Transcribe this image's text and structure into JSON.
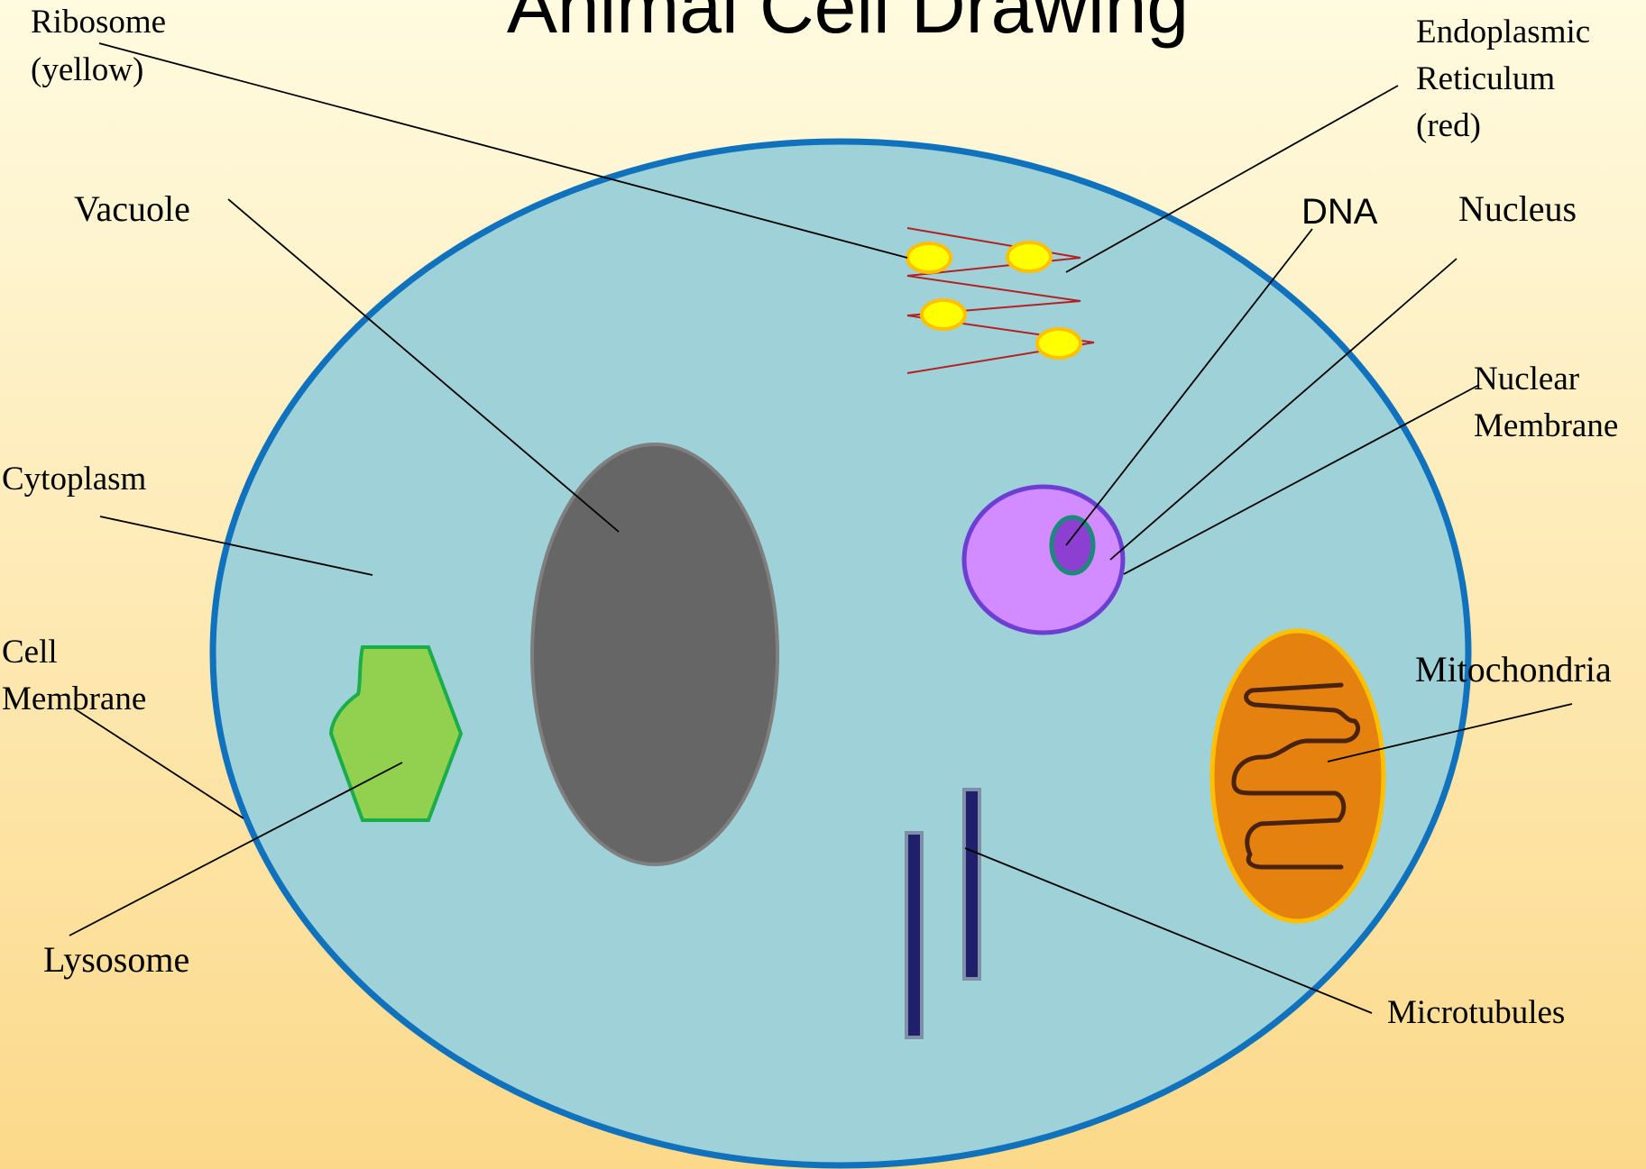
{
  "slide": {
    "title": "Animal Cell Drawing"
  },
  "labels": {
    "ribosome": {
      "line1": "Ribosome",
      "line2": "(yellow)"
    },
    "endoplasmic_reticulum": {
      "line1": "Endoplasmic",
      "line2": "Reticulum",
      "line3": "(red)"
    },
    "vacuole": "Vacuole",
    "dna": "DNA",
    "nucleus": "Nucleus",
    "nuclear_membrane": {
      "line1": "Nuclear",
      "line2": "Membrane"
    },
    "cytoplasm": "Cytoplasm",
    "cell_membrane": {
      "line1": "Cell",
      "line2": "Membrane"
    },
    "mitochondria": "Mitochondria",
    "lysosome": "Lysosome",
    "microtubules": "Microtubules"
  },
  "colors": {
    "background_top": "#fffbe0",
    "background_bottom": "#fcd98a",
    "cytoplasm_fill": "#9fd1d8",
    "cell_membrane_stroke": "#1071bd",
    "vacuole_fill": "#666666",
    "vacuole_stroke": "#7f7f7f",
    "nucleus_fill": "#d38cff",
    "nuclear_membrane_stroke": "#6a3fd1",
    "dna_fill": "#8c3fd1",
    "dna_stroke": "#1a8a7a",
    "er_stroke": "#b22222",
    "ribosome_fill": "#ffff00",
    "ribosome_stroke": "#ffc000",
    "lysosome_fill": "#92d050",
    "lysosome_stroke": "#1aae4a",
    "mitochondria_fill": "#e4810f",
    "mitochondria_stroke": "#ffc000",
    "mitochondria_crista": "#4a2310",
    "microtubule_fill": "#1f1f6b",
    "microtubule_stroke": "#7f8fa6"
  }
}
